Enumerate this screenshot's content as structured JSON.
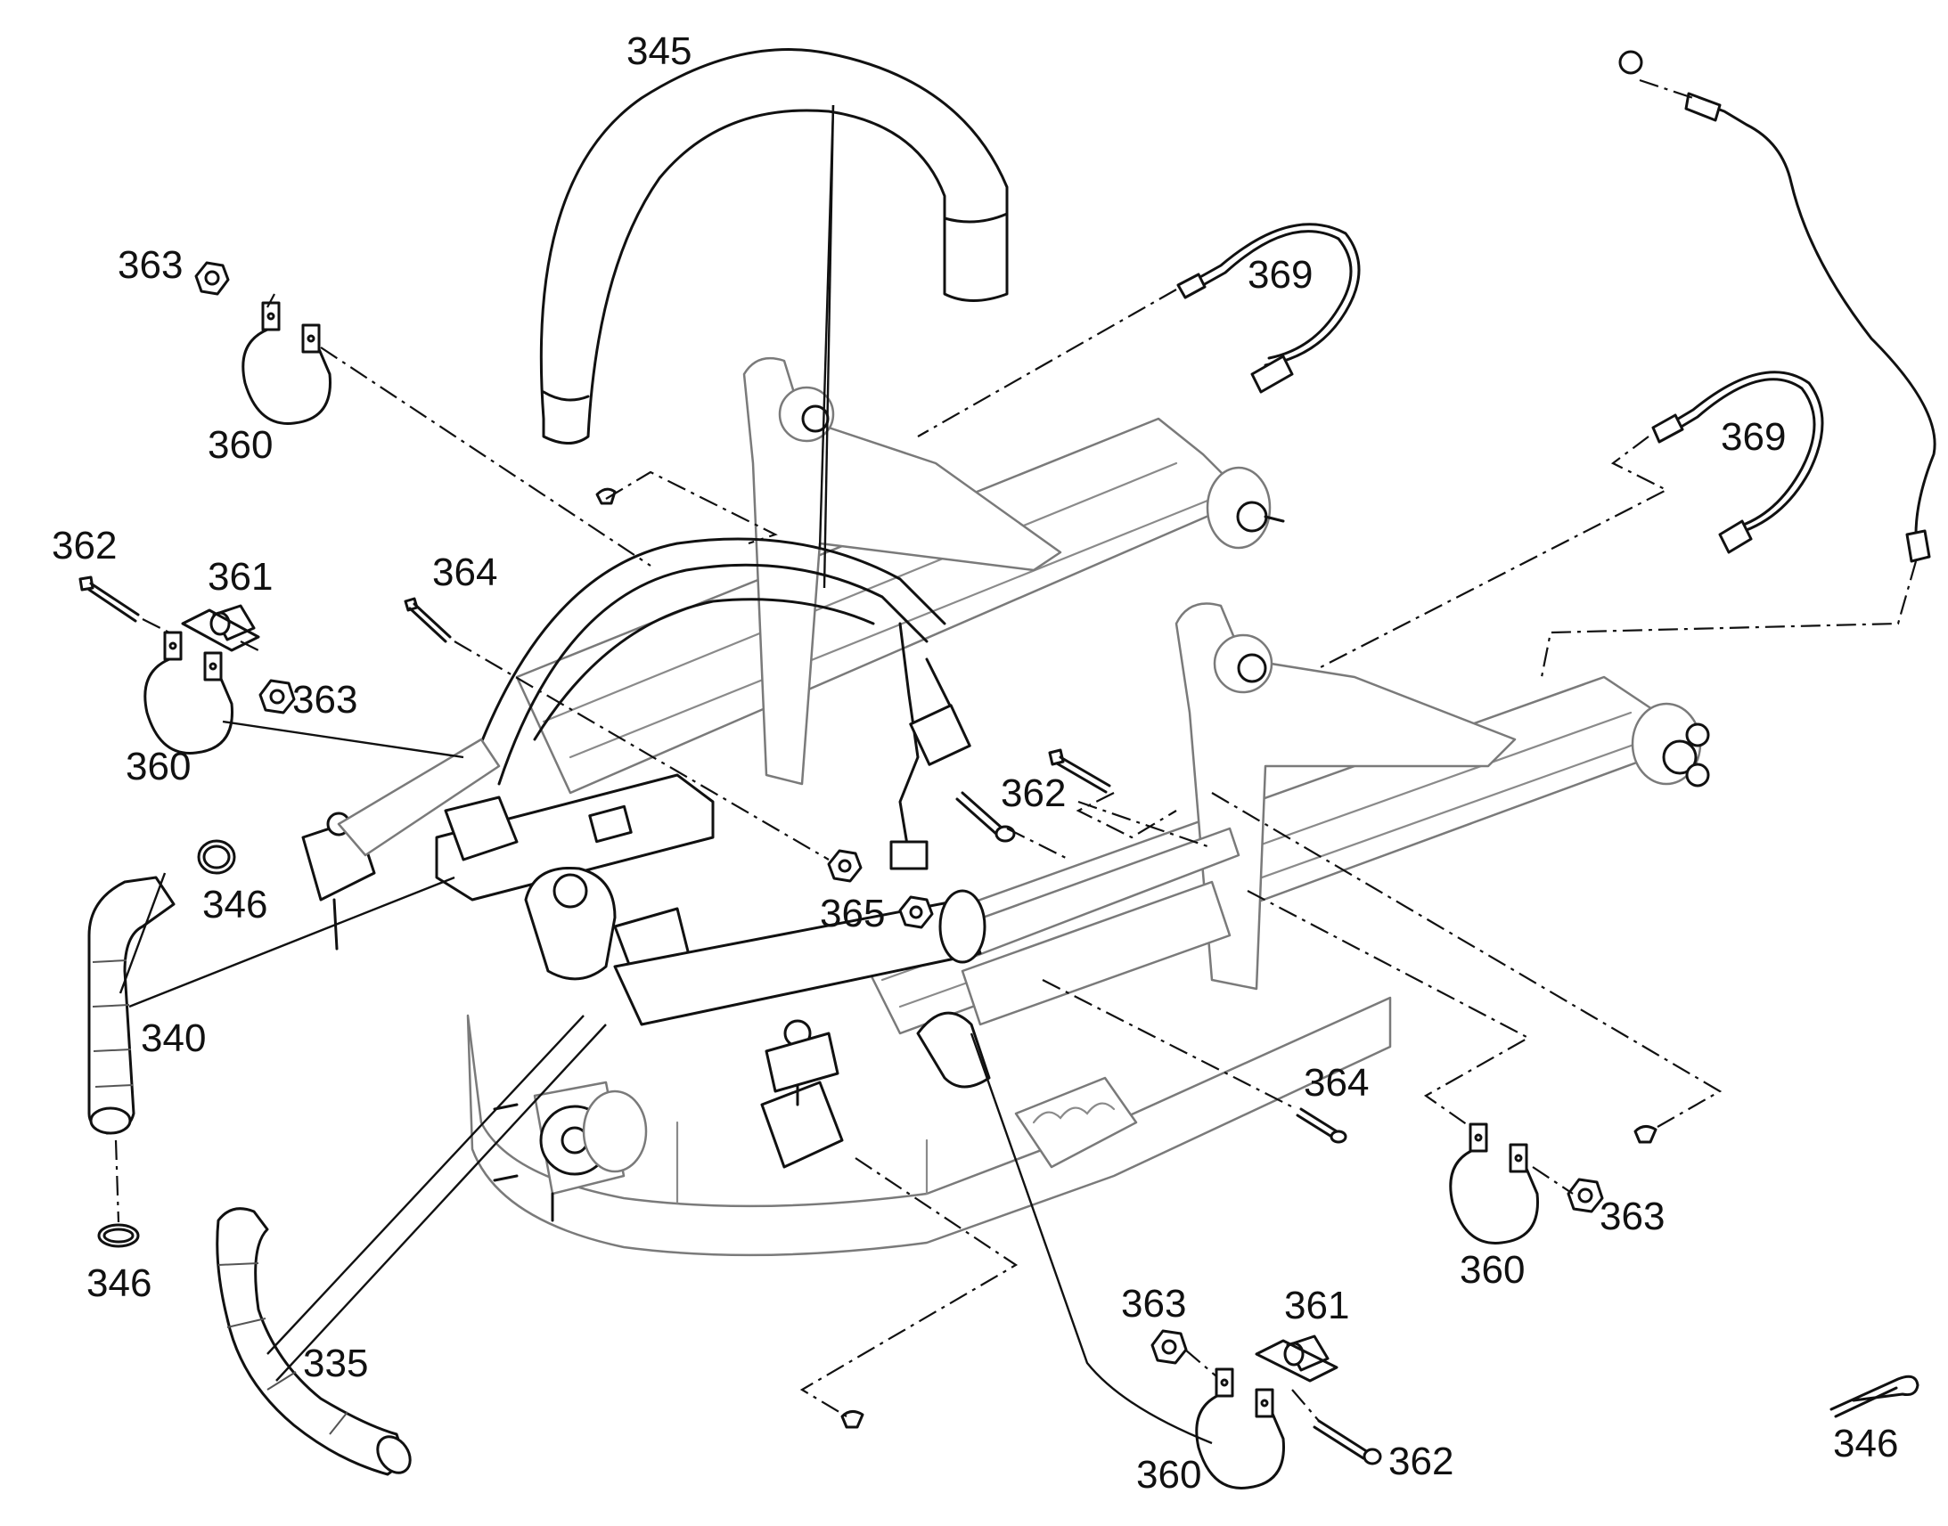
{
  "callouts": [
    {
      "id": "345",
      "text": "345"
    },
    {
      "id": "363a",
      "text": "363"
    },
    {
      "id": "360a",
      "text": "360"
    },
    {
      "id": "369a",
      "text": "369"
    },
    {
      "id": "369b",
      "text": "369"
    },
    {
      "id": "362a",
      "text": "362"
    },
    {
      "id": "361a",
      "text": "361"
    },
    {
      "id": "364a",
      "text": "364"
    },
    {
      "id": "363b",
      "text": "363"
    },
    {
      "id": "360b",
      "text": "360"
    },
    {
      "id": "362b",
      "text": "362"
    },
    {
      "id": "346a",
      "text": "346"
    },
    {
      "id": "365",
      "text": "365"
    },
    {
      "id": "340",
      "text": "340"
    },
    {
      "id": "364b",
      "text": "364"
    },
    {
      "id": "363c",
      "text": "363"
    },
    {
      "id": "360c",
      "text": "360"
    },
    {
      "id": "346b",
      "text": "346"
    },
    {
      "id": "363d",
      "text": "363"
    },
    {
      "id": "361b",
      "text": "361"
    },
    {
      "id": "335",
      "text": "335"
    },
    {
      "id": "360d",
      "text": "360"
    },
    {
      "id": "362c",
      "text": "362"
    },
    {
      "id": "346c",
      "text": "346"
    }
  ]
}
